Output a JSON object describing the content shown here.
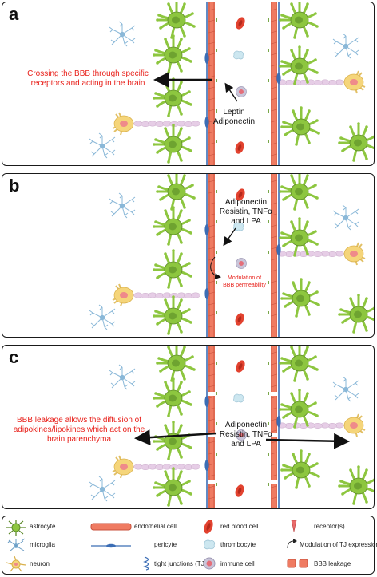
{
  "panels": [
    {
      "label": "a",
      "caption": "Crossing the BBB through specific receptors and acting in the brain",
      "caption_lines": [
        "Crossing the BBB through specific",
        "receptors and acting in the brain"
      ],
      "agent_lines": [
        "Leptin",
        "Adiponectin"
      ]
    },
    {
      "label": "b",
      "agent_lines": [
        "Adiponectin",
        "Resistin, TNFα",
        "and  LPA"
      ],
      "modulation_lines": [
        "Modulation of",
        "BBB permeability"
      ]
    },
    {
      "label": "c",
      "caption_lines": [
        "BBB leakage allows the diffusion of",
        "adipokines/lipokines which act on the",
        "brain parenchyma"
      ],
      "agent_lines": [
        "Adiponectin",
        "Resistin, TNFα",
        "and  LPA"
      ]
    }
  ],
  "legend": {
    "items": [
      {
        "label": "astrocyte",
        "icon": "astrocyte-icon"
      },
      {
        "label": "endothelial cell",
        "icon": "endothelial-cell-icon"
      },
      {
        "label": "red blood cell",
        "icon": "red-blood-cell-icon"
      },
      {
        "label": "receptor(s)",
        "icon": "receptor-icon"
      },
      {
        "label": "microglia",
        "icon": "microglia-icon"
      },
      {
        "label": "pericyte",
        "icon": "pericyte-icon"
      },
      {
        "label": "thrombocyte",
        "icon": "thrombocyte-icon"
      },
      {
        "label": "Modulation of TJ expression",
        "icon": "modulation-arrow-icon"
      },
      {
        "label": "neuron",
        "icon": "neuron-icon"
      },
      {
        "label": "tight junctions (TJ)",
        "icon": "tight-junction-icon"
      },
      {
        "label": "immune cell",
        "icon": "immune-cell-icon"
      },
      {
        "label": "BBB leakage",
        "icon": "bbb-leakage-icon"
      }
    ]
  },
  "colors": {
    "astrocyte": "#8dc63f",
    "astrocyte_dark": "#5d8a2a",
    "endothelial": "#ef7b62",
    "endothelial_dark": "#c8513c",
    "pericyte": "#3b6db5",
    "red_blood_cell": "#e2422f",
    "microglia": "#8ab8d8",
    "neuron": "#f5d57a",
    "neuron_nucleus": "#ef8a8a",
    "axon": "#e6cde6",
    "thrombocyte": "#cde7f0",
    "immune": "#c9c5d9",
    "text_red": "#e8201a"
  }
}
